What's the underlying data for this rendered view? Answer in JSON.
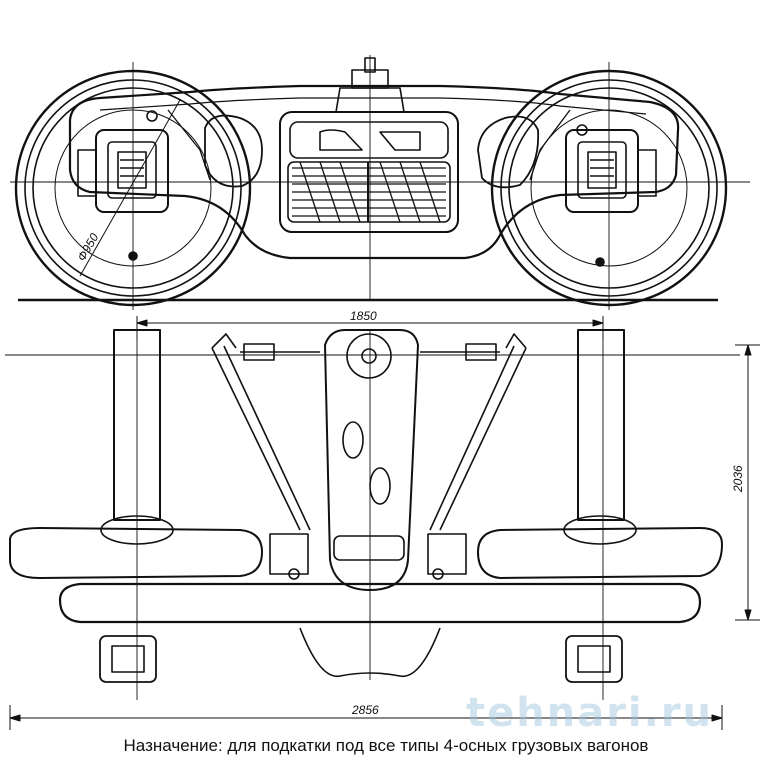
{
  "diagram": {
    "wheel_diameter_label": "Ф950",
    "base_label": "1850",
    "height_label": "2036",
    "width_label": "2856"
  },
  "caption": "Назначение: для подкатки под все типы 4-осных грузовых вагонов",
  "watermark": "tehnari.ru",
  "colors": {
    "line": "#111111",
    "watermark": "#9cc3df"
  }
}
